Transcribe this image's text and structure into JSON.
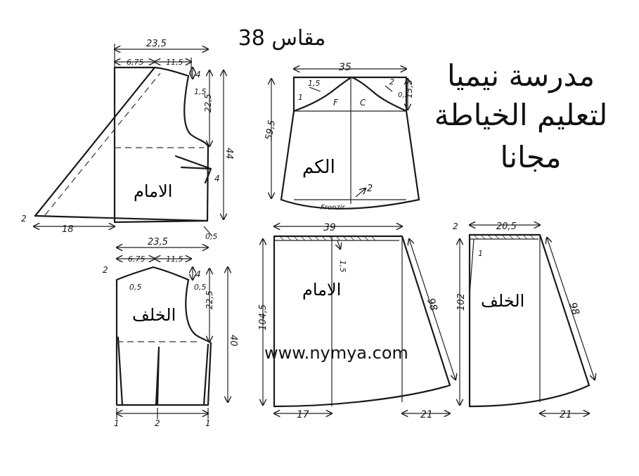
{
  "header": {
    "size_label": "مقاس 38",
    "school_line1": "مدرسة نيميا",
    "school_line2": "لتعليم الخياطة",
    "school_line3": "مجانا",
    "website": "www.nymya.com"
  },
  "pieces": {
    "bodice_front": {
      "label": "الامام",
      "width": "23,5",
      "neck_w": "6,75",
      "shoulder_w": "11,5",
      "drop": "4",
      "armhole_h": "22,5",
      "armhole_curve": "1,5",
      "length": "44",
      "dart": "4",
      "ext": "2",
      "ext_w": "18",
      "hem": "0,5"
    },
    "bodice_back": {
      "label": "الخلف",
      "width": "23,5",
      "neck_w": "6,75",
      "shoulder_w": "11,5",
      "neck_drop": "2",
      "drop": "4",
      "armhole_h": "22,5",
      "neck_curve": "0,5",
      "shoulder_curve": "0,5",
      "length": "40",
      "hem_left": "1",
      "hem_mid": "2",
      "hem_right": "1"
    },
    "sleeve": {
      "label": "الكم",
      "width": "35",
      "cap_h": "13,5",
      "length": "59,5",
      "f": "F",
      "c": "C",
      "left_curve": "1,5",
      "right_curve": "2",
      "side": "1",
      "side_right": "0,5",
      "hem_curve": "2",
      "note": "Fronzir"
    },
    "skirt_front": {
      "label": "الامام",
      "width": "39",
      "waist": "1,5",
      "length": "104,5",
      "side": "98",
      "hem_left": "17",
      "hem_right": "21"
    },
    "skirt_back": {
      "label": "الخلف",
      "width": "20,5",
      "waist_drop": "2",
      "waist": "1",
      "length": "102",
      "side": "98",
      "hem_right": "21"
    }
  }
}
